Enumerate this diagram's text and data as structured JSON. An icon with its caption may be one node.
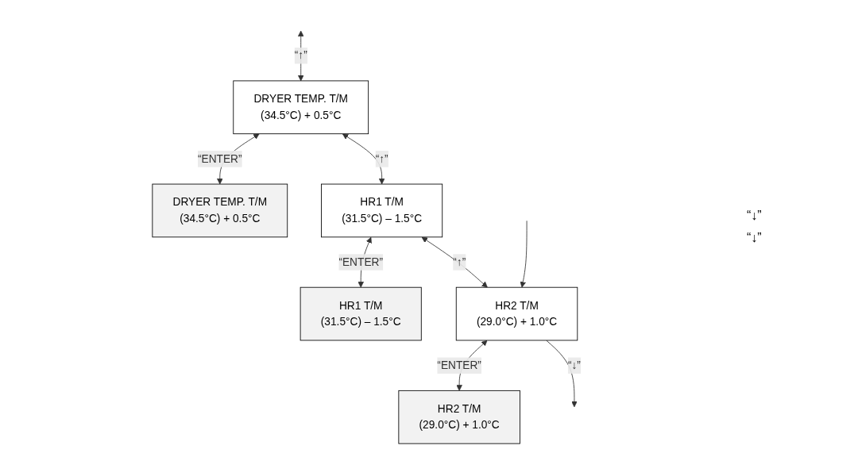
{
  "diagram": {
    "nodes": [
      {
        "text": [
          "DRYER TEMP. T/M",
          "(34.5°C) + 0.5°C"
        ]
      },
      {
        "text": [
          "HR1 T/M",
          "(31.5°C) – 1.5°C"
        ]
      },
      {
        "text": [
          "HR2 T/M",
          "(29.0°C) + 1.0°C"
        ]
      },
      {
        "text": [
          "DRYER TEMP. T/M",
          "(34.5°C) + 0.5°C"
        ]
      },
      {
        "text": [
          "HR1 T/M",
          "(31.5°C) – 1.5°C"
        ]
      },
      {
        "text": [
          "HR2 T/M",
          "(29.0°C) + 1.0°C"
        ]
      }
    ],
    "edges": [
      {
        "from": null,
        "to": 0,
        "arrow": "both",
        "label": "“↑”"
      },
      {
        "from": 0,
        "to": 3,
        "arrow": "both",
        "label": "“ENTER”"
      },
      {
        "from": 0,
        "to": 1,
        "arrow": "both",
        "label": "“↑”"
      },
      {
        "from": 1,
        "to": 4,
        "arrow": "both",
        "label": "“ENTER”"
      },
      {
        "from": 1,
        "to": 2,
        "arrow": "both",
        "label": "“↑”"
      },
      {
        "from": 2,
        "to": 5,
        "arrow": "both",
        "label": "“ENTER”"
      },
      {
        "from": null,
        "to": 2,
        "arrow": "to"
      },
      {
        "from": 2,
        "to": null,
        "arrow": "to",
        "label": "“↓”"
      }
    ],
    "labels": [
      "“↓”",
      "“↓”"
    ]
  }
}
